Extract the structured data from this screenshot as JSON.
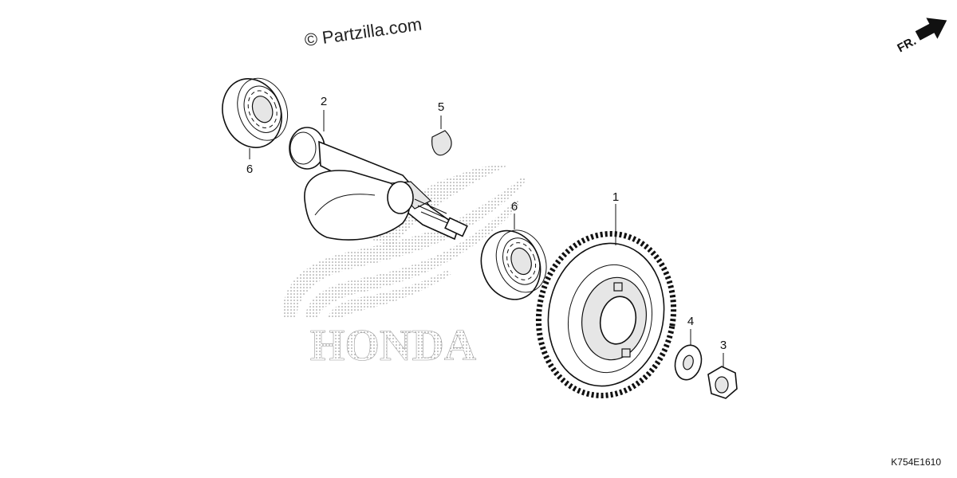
{
  "watermark": {
    "text": "© Partzilla.com"
  },
  "direction_indicator": {
    "label": "FR."
  },
  "diagram_code": "K754E1610",
  "brand_logo": {
    "text": "HONDA"
  },
  "callouts": [
    {
      "id": "1",
      "label": "1"
    },
    {
      "id": "2",
      "label": "2"
    },
    {
      "id": "3",
      "label": "3"
    },
    {
      "id": "4",
      "label": "4"
    },
    {
      "id": "5",
      "label": "5"
    },
    {
      "id": "6a",
      "label": "6"
    },
    {
      "id": "6b",
      "label": "6"
    }
  ]
}
